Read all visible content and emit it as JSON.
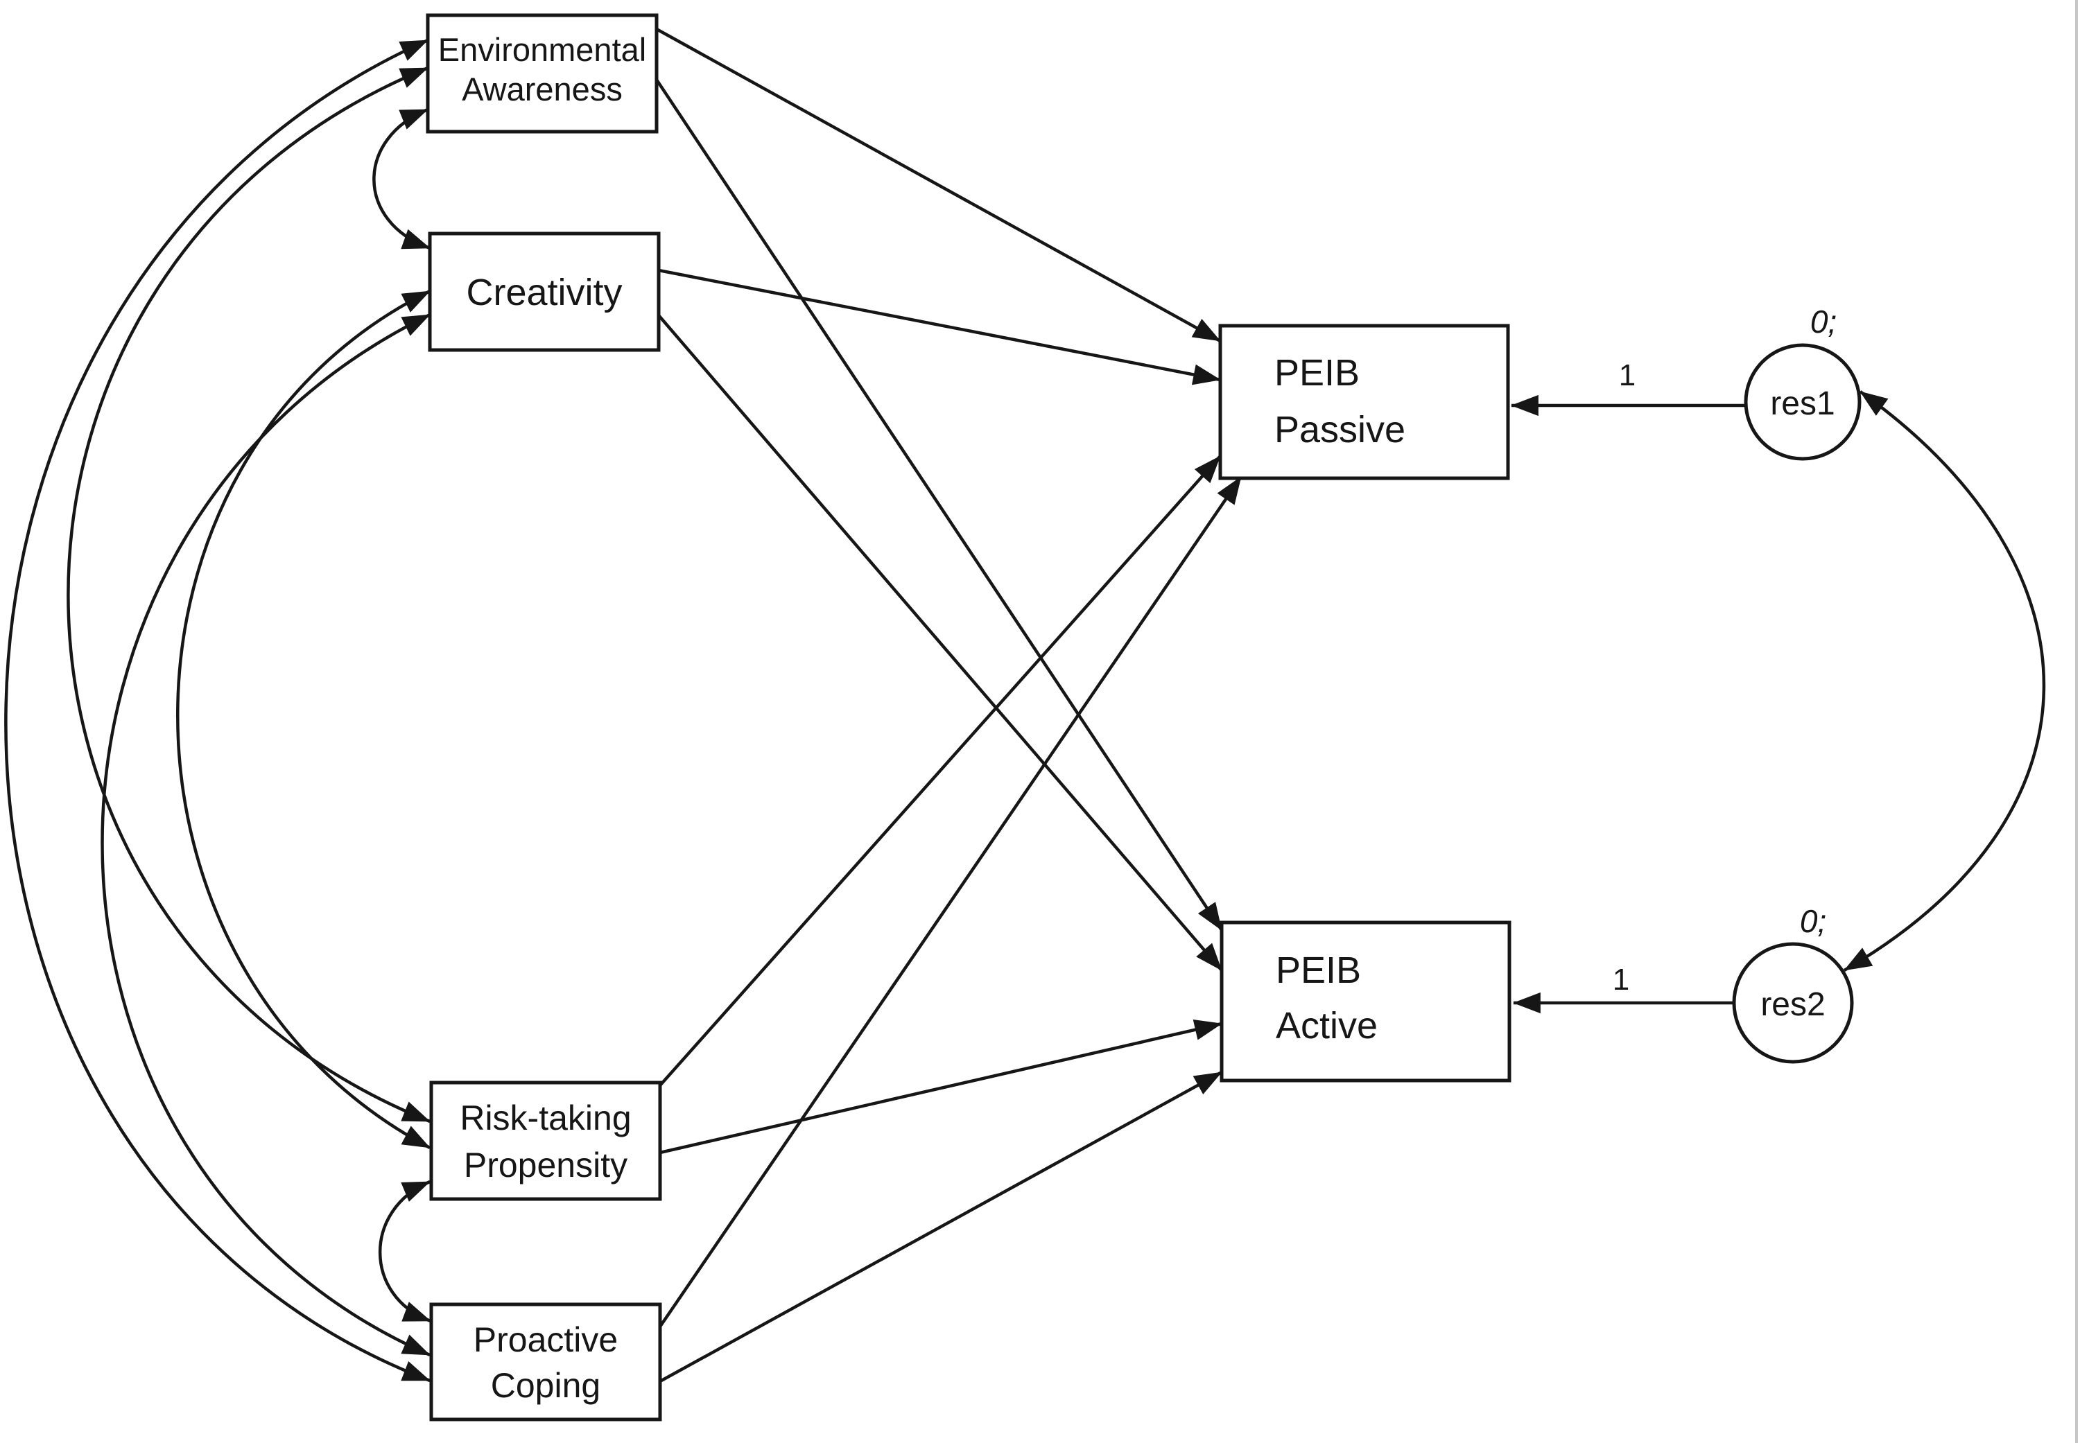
{
  "nodes": {
    "environmental_awareness": {
      "line1": "Environmental",
      "line2": "Awareness"
    },
    "creativity": {
      "line1": "Creativity"
    },
    "risk_taking_propensity": {
      "line1": "Risk-taking",
      "line2": "Propensity"
    },
    "proactive_coping": {
      "line1": "Proactive",
      "line2": "Coping"
    },
    "peib_passive": {
      "line1": "PEIB",
      "line2": "Passive"
    },
    "peib_active": {
      "line1": "PEIB",
      "line2": "Active"
    },
    "res1": {
      "label": "res1",
      "variance_label": "0;"
    },
    "res2": {
      "label": "res2",
      "variance_label": "0;"
    }
  },
  "edge_labels": {
    "res1_to_peib_passive": "1",
    "res2_to_peib_active": "1"
  },
  "edges": [
    {
      "from": "environmental_awareness",
      "to": "peib_passive",
      "type": "directed"
    },
    {
      "from": "environmental_awareness",
      "to": "peib_active",
      "type": "directed"
    },
    {
      "from": "creativity",
      "to": "peib_passive",
      "type": "directed"
    },
    {
      "from": "creativity",
      "to": "peib_active",
      "type": "directed"
    },
    {
      "from": "risk_taking_propensity",
      "to": "peib_passive",
      "type": "directed"
    },
    {
      "from": "risk_taking_propensity",
      "to": "peib_active",
      "type": "directed"
    },
    {
      "from": "proactive_coping",
      "to": "peib_passive",
      "type": "directed"
    },
    {
      "from": "proactive_coping",
      "to": "peib_active",
      "type": "directed"
    },
    {
      "from": "res1",
      "to": "peib_passive",
      "type": "directed",
      "label": "1"
    },
    {
      "from": "res2",
      "to": "peib_active",
      "type": "directed",
      "label": "1"
    },
    {
      "from": "environmental_awareness",
      "to": "creativity",
      "type": "covariance"
    },
    {
      "from": "environmental_awareness",
      "to": "risk_taking_propensity",
      "type": "covariance"
    },
    {
      "from": "environmental_awareness",
      "to": "proactive_coping",
      "type": "covariance"
    },
    {
      "from": "creativity",
      "to": "risk_taking_propensity",
      "type": "covariance"
    },
    {
      "from": "creativity",
      "to": "proactive_coping",
      "type": "covariance"
    },
    {
      "from": "risk_taking_propensity",
      "to": "proactive_coping",
      "type": "covariance"
    },
    {
      "from": "res1",
      "to": "res2",
      "type": "covariance"
    }
  ],
  "colors": {
    "ink": "#161616",
    "background": "#ffffff",
    "figure_border": "#c6c6c6"
  }
}
